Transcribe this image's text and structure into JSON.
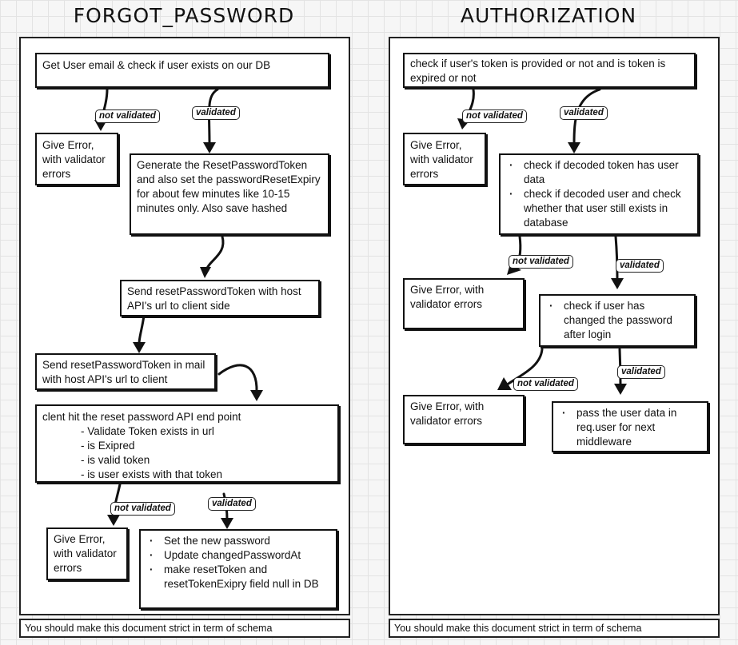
{
  "left": {
    "title": "FORGOT_PASSWORD",
    "step1": "Get User email & check if user exists on our DB",
    "label_not_validated": "not validated",
    "label_validated": "validated",
    "error": "Give Error, with validator errors",
    "generate": "Generate the ResetPasswordToken and also set the passwordResetExpiry for about few minutes like 10-15 minutes only. Also save hashed",
    "send_client": "Send resetPasswordToken with host API's url to client side",
    "send_mail": "Send resetPasswordToken in mail with host API's url to client",
    "client_hit": "clent hit the reset password API end point",
    "client_checks": [
      "- Validate Token exists in url",
      "- is Exipred",
      "- is valid token",
      "- is user exists with that token"
    ],
    "final_items": [
      "Set the new password",
      "Update changedPasswordAt",
      "make resetToken and resetTokenExipry field null in DB"
    ],
    "footer": "You should make this document strict in term of schema"
  },
  "right": {
    "title": "AUTHORIZATION",
    "step1": "check if user's token is provided or not and is token is expired or not",
    "label_not_validated": "not validated",
    "label_validated": "validated",
    "error": "Give Error, with validator errors",
    "decoded_items": [
      "check if decoded token has user data",
      "check if decoded user and check whether that user still exists in database"
    ],
    "changed_items": [
      "check if user has changed the password after login"
    ],
    "pass_items": [
      "pass the user data in req.user for next middleware"
    ],
    "footer": "You should make this document strict in term of schema"
  }
}
